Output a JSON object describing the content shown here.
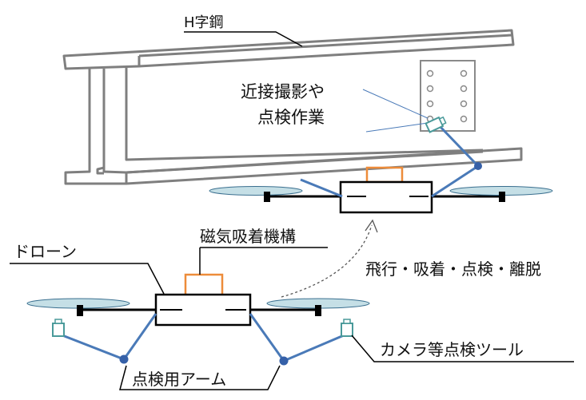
{
  "labels": {
    "h_beam": "H字鋼",
    "close_up_line1": "近接撮影や",
    "close_up_line2": "点検作業",
    "magnet": "磁気吸着機構",
    "drone": "ドローン",
    "flight_sequence": "飛行・吸着・点検・離脱",
    "inspection_arm": "点検用アーム",
    "camera_tool": "カメラ等点検ツール"
  },
  "colors": {
    "beam_stroke": "#7f7f7f",
    "magnet_orange": "#ed8c3a",
    "arm_blue": "#4a7ab8",
    "joint_blue": "#3560a8",
    "propeller_fill": "#c5dfe6",
    "camera_teal": "#4a9a9a",
    "outline": "#000000"
  }
}
